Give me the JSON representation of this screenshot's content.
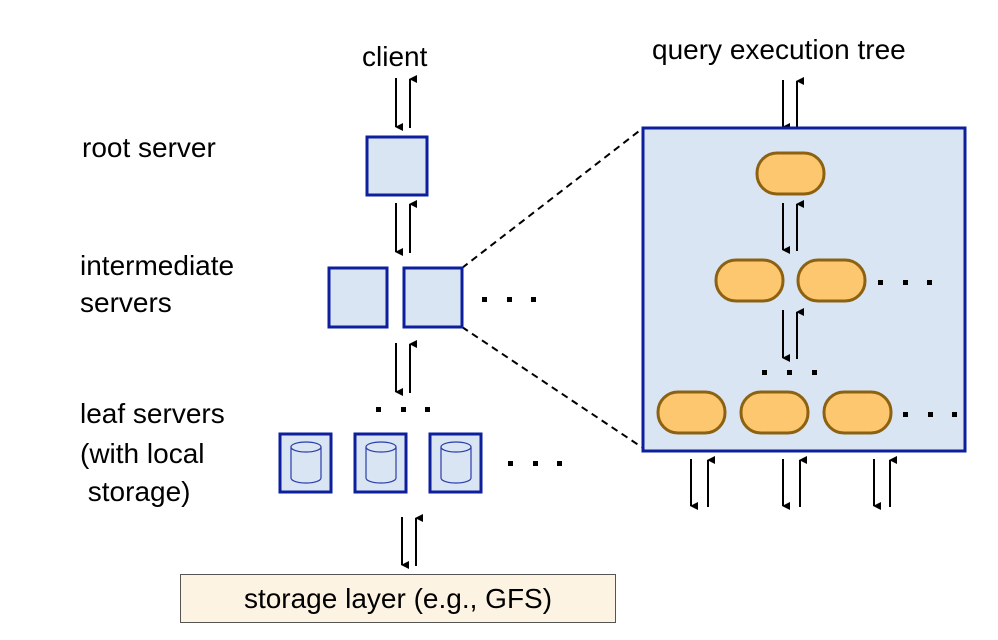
{
  "labels": {
    "client": "client",
    "query_tree_title": "query execution tree",
    "root": "root server",
    "intermediate_line1": "intermediate",
    "intermediate_line2": "servers",
    "leaf_line1": "leaf servers",
    "leaf_line2": "(with local",
    "leaf_line3": " storage)",
    "storage": "storage layer (e.g., GFS)"
  },
  "colors": {
    "server_fill": "#dae5f4",
    "server_border": "#0d1f9c",
    "node_fill": "#fcc76e",
    "node_border": "#8c6212",
    "storage_fill": "#fdf3e3"
  },
  "icons": {
    "leaf_storage": "database-cylinder-icon",
    "bidirectional": "up-down-arrows-icon",
    "ellipsis": "ellipsis-dots"
  }
}
